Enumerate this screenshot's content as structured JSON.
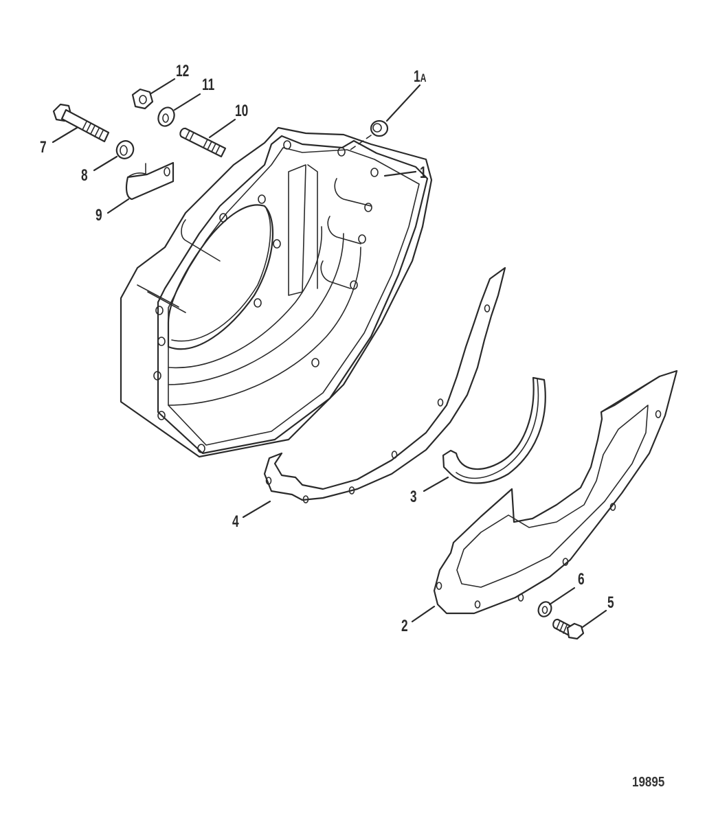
{
  "diagram": {
    "type": "exploded-parts-diagram",
    "figure_number": "19895",
    "callouts": [
      {
        "id": "1",
        "label": "1"
      },
      {
        "id": "1A",
        "label": "1",
        "suffix": "A"
      },
      {
        "id": "2",
        "label": "2"
      },
      {
        "id": "3",
        "label": "3"
      },
      {
        "id": "4",
        "label": "4"
      },
      {
        "id": "5",
        "label": "5"
      },
      {
        "id": "6",
        "label": "6"
      },
      {
        "id": "7",
        "label": "7"
      },
      {
        "id": "8",
        "label": "8"
      },
      {
        "id": "9",
        "label": "9"
      },
      {
        "id": "10",
        "label": "10"
      },
      {
        "id": "11",
        "label": "11"
      },
      {
        "id": "12",
        "label": "12"
      }
    ],
    "colors": {
      "ink": "#2a2a2a",
      "background": "#ffffff"
    }
  }
}
